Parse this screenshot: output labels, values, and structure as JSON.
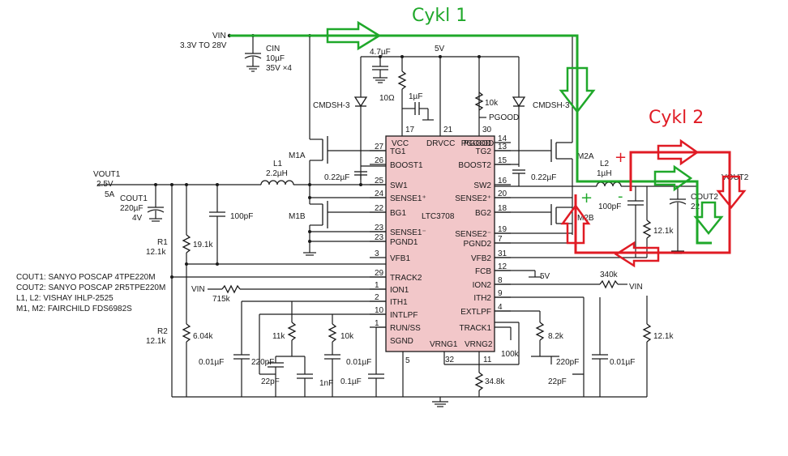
{
  "colors": {
    "cycle1": "#1fa82a",
    "cycle2": "#e01b24",
    "chip_fill": "#f2c7c9",
    "wire": "#1a1a1a"
  },
  "cycles": {
    "cycle1": "Cykl 1",
    "cycle2": "Cykl 2"
  },
  "polarity": {
    "plus_top": "+",
    "plus_left": "+",
    "minus_right": "-"
  },
  "input": {
    "vin": "VIN",
    "range": "3.3V TO 28V",
    "cin_name": "CIN",
    "cin_value": "10µF",
    "cin_rating": "35V ×4"
  },
  "chip": {
    "name": "LTC3708",
    "left_pins": [
      {
        "num": "27",
        "label": "TG1"
      },
      {
        "num": "26",
        "label": "BOOST1"
      },
      {
        "num": "25",
        "label": "SW1"
      },
      {
        "num": "24",
        "label": "SENSE1⁺"
      },
      {
        "num": "22",
        "label": "BG1"
      },
      {
        "num": "23",
        "label": "SENSE1⁻"
      },
      {
        "num": "23",
        "label": "PGND1"
      },
      {
        "num": "3",
        "label": "VFB1"
      },
      {
        "num": "29",
        "label": "TRACK2"
      },
      {
        "num": "1",
        "label": "ION1"
      },
      {
        "num": "2",
        "label": "ITH1"
      },
      {
        "num": "10",
        "label": "INTLPF"
      },
      {
        "num": "1",
        "label": "RUN/SS"
      },
      {
        "num": "",
        "label": "SGND"
      }
    ],
    "right_pins": [
      {
        "num": "14",
        "label": "PGOOD"
      },
      {
        "num": "13",
        "label": "TG2"
      },
      {
        "num": "15",
        "label": "BOOST2"
      },
      {
        "num": "16",
        "label": "SW2"
      },
      {
        "num": "20",
        "label": "SENSE2⁺"
      },
      {
        "num": "18",
        "label": "BG2"
      },
      {
        "num": "19",
        "label": "SENSE2⁻"
      },
      {
        "num": "7",
        "label": "PGND2"
      },
      {
        "num": "31",
        "label": "VFB2"
      },
      {
        "num": "12",
        "label": "FCB"
      },
      {
        "num": "8",
        "label": "ION2"
      },
      {
        "num": "9",
        "label": "ITH2"
      },
      {
        "num": "4",
        "label": "EXTLPF"
      },
      {
        "num": "",
        "label": "TRACK1"
      },
      {
        "num": "",
        "label": "VRNG2"
      }
    ],
    "top_pins": [
      {
        "num": "17",
        "label": "VCC"
      },
      {
        "num": "21",
        "label": "DRVCC"
      },
      {
        "num": "30",
        "label": "PGOOD"
      }
    ],
    "bottom_pins": [
      {
        "num": "5",
        "label": "VRNG1"
      },
      {
        "num": "32",
        "label": ""
      },
      {
        "num": "11",
        "label": ""
      }
    ]
  },
  "components": {
    "c_47": "4.7µF",
    "v5_top": "5V",
    "r10ohm": "10Ω",
    "c1u": "1µF",
    "r10k_pg": "10k",
    "pgood": "PGOOD",
    "diode1": "CMDSH-3",
    "diode2": "CMDSH-3",
    "m1a": "M1A",
    "m1b": "M1B",
    "m2a": "M2A",
    "m2b": "M2B",
    "c022_1": "0.22µF",
    "c022_2": "0.22µF",
    "l1_name": "L1",
    "l1_value": "2.2µH",
    "l2_name": "L2",
    "l2_value": "1µH",
    "c100p_1": "100pF",
    "c100p_2": "100pF",
    "vout1": "VOUT1",
    "vout1_v": "2.5V",
    "vout1_i": "5A",
    "cout1": "COUT1",
    "cout1_v": "220µF",
    "cout1_r": "4V",
    "vout2": "VOUT2",
    "cout2": "COUT2",
    "cout2_v": "22",
    "r1_name": "R1",
    "r1_value": "12.1k",
    "r19k": "19.1k",
    "r2_name": "R2",
    "r2_value": "12.1k",
    "r604k": "6.04k",
    "r121k_out2": "12.1k",
    "r121k_right": "12.1k",
    "vin_r": "VIN",
    "r715k": "715k",
    "vin_r2": "VIN",
    "r340k": "340k",
    "v5_fcb": "5V",
    "r11k": "11k",
    "r10k_b": "10k",
    "c001_1": "0.01µF",
    "c220p_1": "220pF",
    "c22p_1": "22pF",
    "c1n": "1nF",
    "c001_2": "0.01µF",
    "c01u": "0.1µF",
    "r100k": "100k",
    "r82k": "8.2k",
    "c220p_2": "220pF",
    "c22p_2": "22pF",
    "c001_3": "0.01µF",
    "r348k": "34.8k"
  },
  "notes": [
    "COUT1: SANYO POSCAP 4TPE220M",
    "COUT2: SANYO POSCAP 2R5TPE220M",
    "L1, L2: VISHAY IHLP-2525",
    "M1, M2: FAIRCHILD FDS6982S"
  ]
}
